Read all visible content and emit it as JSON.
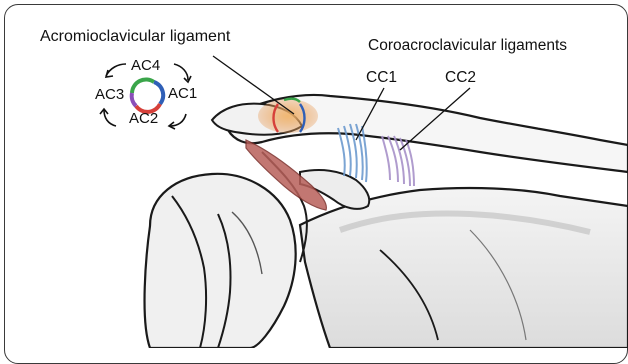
{
  "labels": {
    "acromioclavicular": "Acromioclavicular ligament",
    "coracoclavicular": "Coroacroclavicular ligaments",
    "cc1": "CC1",
    "cc2": "CC2",
    "ac1": "AC1",
    "ac2": "AC2",
    "ac3": "AC3",
    "ac4": "AC4"
  },
  "colors": {
    "ac_ring_green": "#3aa54a",
    "ac_ring_blue": "#2f5fb7",
    "ac_ring_red": "#d6403a",
    "ac_ring_purple": "#8a4fb8",
    "ac_ligament_orange": "#e8a25a",
    "cc1_blue": "#6d9bcf",
    "cc2_lavender": "#a892c9",
    "muscle_red": "#b8605a"
  }
}
